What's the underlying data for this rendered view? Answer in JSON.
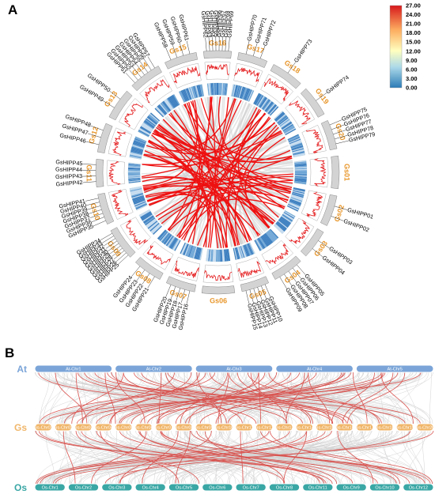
{
  "panel_a_label": "A",
  "panel_b_label": "B",
  "colorbar": {
    "ticks": [
      "27.00",
      "24.00",
      "21.00",
      "18.00",
      "15.00",
      "12.00",
      "9.00",
      "6.00",
      "3.00",
      "0.00"
    ],
    "colors": [
      "#d7191c",
      "#fdae61",
      "#ffffbf",
      "#abd9e9",
      "#2c7bb6"
    ]
  },
  "panel_a": {
    "chromosomes": [
      "Gs01",
      "Gs02",
      "Gs03",
      "Gs04",
      "Gs05",
      "Gs06",
      "Gs07",
      "Gs08",
      "Gs09",
      "Gs10",
      "Gs11",
      "Gs12",
      "Gs13",
      "Gs14",
      "Gs15",
      "Gs16",
      "Gs17",
      "Gs18",
      "Gs19",
      "Gs20"
    ],
    "genes": [
      "GsHIPP01",
      "GsHIPP02",
      "GsHIPP03",
      "GsHIPP04",
      "GsHIPP05",
      "GsHIPP06",
      "GsHIPP07",
      "GsHIPP08",
      "GsHIPP09",
      "GsHIPP10",
      "GsHIPP11",
      "GsHIPP12",
      "GsHIPP13",
      "GsHIPP14",
      "GsHIPP15",
      "GsHIPP16",
      "GsHIPP17",
      "GsHIPP18",
      "GsHIPP19",
      "GsHIPP20",
      "GsHIPP21",
      "GsHIPP22",
      "GsHIPP23",
      "GsHIPP24",
      "GsHIPP25",
      "GsHIPP26",
      "GsHIPP27",
      "GsHIPP28",
      "GsHIPP29",
      "GsHIPP30",
      "GsHIPP31",
      "GsHIPP32",
      "GsHIPP33",
      "GsHIPP34",
      "GsHIPP35",
      "GsHIPP36",
      "GsHIPP37",
      "GsHIPP38",
      "GsHIPP39",
      "GsHIPP40",
      "GsHIPP41",
      "GsHIPP42",
      "GsHIPP43",
      "GsHIPP44",
      "GsHIPP45",
      "GsHIPP46",
      "GsHIPP47",
      "GsHIPP48",
      "GsHIPP49",
      "GsHIPP50",
      "GsHIPP51",
      "GsHIPP52",
      "GsHIPP53",
      "GsHIPP54",
      "GsHIPP55",
      "GsHIPP56",
      "GsHIPP57",
      "GsHIPP58",
      "GsHIPP59",
      "GsHIPP60",
      "GsHIPP61",
      "GsHIPP62",
      "GsHIPP63",
      "GsHIPP64",
      "GsHIPP65",
      "GsHIPP66",
      "GsHIPP67",
      "GsHIPP68",
      "GsHIPP69",
      "GsHIPP70",
      "GsHIPP71",
      "GsHIPP72",
      "GsHIPP73",
      "GsHIPP74",
      "GsHIPP75",
      "GsHIPP76",
      "GsHIPP77",
      "GsHIPP78",
      "GsHIPP79"
    ],
    "gene_chromosome": [
      "Gs02",
      "Gs02",
      "Gs03",
      "Gs03",
      "Gs04",
      "Gs04",
      "Gs04",
      "Gs04",
      "Gs04",
      "Gs05",
      "Gs05",
      "Gs05",
      "Gs05",
      "Gs05",
      "Gs05",
      "Gs07",
      "Gs07",
      "Gs07",
      "Gs07",
      "Gs07",
      "Gs08",
      "Gs08",
      "Gs08",
      "Gs08",
      "Gs09",
      "Gs09",
      "Gs09",
      "Gs09",
      "Gs09",
      "Gs09",
      "Gs09",
      "Gs09",
      "Gs09",
      "Gs09",
      "Gs10",
      "Gs10",
      "Gs10",
      "Gs10",
      "Gs10",
      "Gs10",
      "Gs10",
      "Gs11",
      "Gs11",
      "Gs11",
      "Gs11",
      "Gs12",
      "Gs12",
      "Gs12",
      "Gs13",
      "Gs13",
      "Gs14",
      "Gs14",
      "Gs14",
      "Gs14",
      "Gs14",
      "Gs14",
      "Gs14",
      "Gs15",
      "Gs15",
      "Gs15",
      "Gs15",
      "Gs16",
      "Gs16",
      "Gs16",
      "Gs16",
      "Gs16",
      "Gs16",
      "Gs16",
      "Gs16",
      "Gs17",
      "Gs17",
      "Gs17",
      "Gs18",
      "Gs19",
      "Gs20",
      "Gs20",
      "Gs20",
      "Gs20",
      "Gs20"
    ]
  },
  "panel_b": {
    "species": [
      {
        "name": "At",
        "color": "#7ba5d8",
        "chromosomes": [
          "At-Chr1",
          "At-Chr2",
          "At-Chr3",
          "At-Chr4",
          "At-Chr5"
        ]
      },
      {
        "name": "Gs",
        "color": "#f0b66a",
        "chromosomes": [
          "Gs-Chr01",
          "Gs-Chr02",
          "Gs-Chr03",
          "Gs-Chr04",
          "Gs-Chr05",
          "Gs-Chr06",
          "Gs-Chr07",
          "Gs-Chr08",
          "Gs-Chr09",
          "Gs-Chr10",
          "Gs-Chr11",
          "Gs-Chr12",
          "Gs-Chr13",
          "Gs-Chr14",
          "Gs-Chr15",
          "Gs-Chr16",
          "Gs-Chr17",
          "Gs-Chr18",
          "Gs-Chr19",
          "Gs-Chr20"
        ]
      },
      {
        "name": "Os",
        "color": "#3aa7a5",
        "chromosomes": [
          "Os-Chr1",
          "Os-Chr2",
          "Os-Chr3",
          "Os-Chr4",
          "Os-Chr5",
          "Os-Chr6",
          "Os-Chr7",
          "Os-Chr8",
          "Os-Chr11",
          "Os-Chr9",
          "Os-Chr10",
          "Os-Chr12"
        ]
      }
    ],
    "link_color": "#d9534f",
    "background_link_color": "#d4d4d4"
  }
}
